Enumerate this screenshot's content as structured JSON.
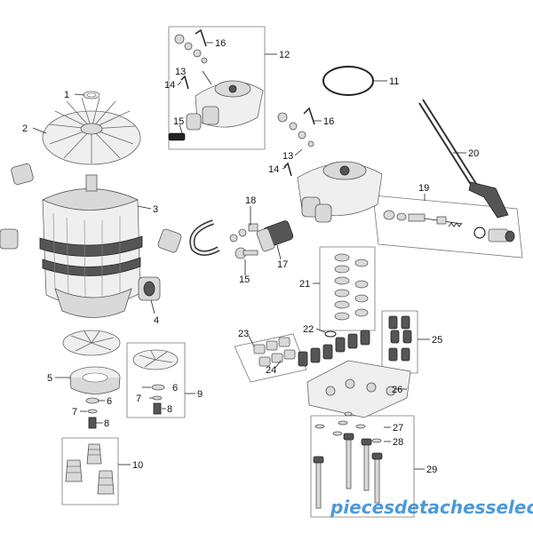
{
  "callouts": {
    "c1": "1",
    "c2": "2",
    "c3": "3",
    "c4": "4",
    "c5": "5",
    "c6a": "6",
    "c6b": "6",
    "c7a": "7",
    "c7b": "7",
    "c8a": "8",
    "c8b": "8",
    "c9": "9",
    "c10": "10",
    "c11": "11",
    "c12": "12",
    "c13a": "13",
    "c13b": "13",
    "c14a": "14",
    "c14b": "14",
    "c15a": "15",
    "c15b": "15",
    "c16a": "16",
    "c16b": "16",
    "c17": "17",
    "c18": "18",
    "c19": "19",
    "c20": "20",
    "c21": "21",
    "c22": "22",
    "c23": "23",
    "c24": "24",
    "c25": "25",
    "c26": "26",
    "c27": "27",
    "c28": "28",
    "c29": "29"
  },
  "watermark": "piecesdetachesselec.com",
  "colors": {
    "watermark": "#3a8fd6",
    "line": "#222222",
    "box": "#777777"
  }
}
